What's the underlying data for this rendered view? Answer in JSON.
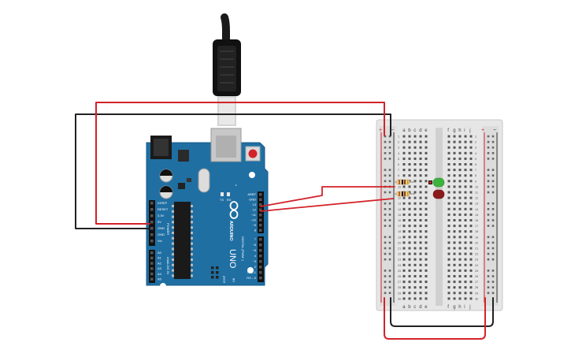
{
  "board": {
    "brand_logo_text": "ARDUINO",
    "model_text": "UNO",
    "on_label": "ON",
    "tx_label": "TX",
    "rx_label": "RX",
    "l_label": "L",
    "icsp_label": "ICSP",
    "power_header_title": "POWER",
    "power_pins": [
      "IOREF",
      "RESET",
      "3.3V",
      "5V",
      "GND",
      "GND",
      "Vin"
    ],
    "analog_header_title": "ANALOG IN",
    "analog_pins": [
      "A0",
      "A1",
      "A2",
      "A3",
      "A4",
      "A5"
    ],
    "digital_header_title": "DIGITAL (PWM~)",
    "digital_pins_top": [
      "AREF",
      "GND",
      "13",
      "12",
      "~11",
      "~10",
      "~9",
      "8"
    ],
    "digital_pins_bottom": [
      "7",
      "~6",
      "~5",
      "4",
      "~3",
      "2",
      "TX→1",
      "RX←0"
    ]
  },
  "breadboard": {
    "column_letters_left": [
      "a",
      "b",
      "c",
      "d",
      "e"
    ],
    "column_letters_right": [
      "f",
      "g",
      "h",
      "i",
      "j"
    ],
    "rail_plus": "+",
    "rail_minus": "−",
    "row_numbers": [
      "1",
      "2",
      "3",
      "4",
      "5",
      "6",
      "7",
      "8",
      "9",
      "10",
      "11",
      "12",
      "13",
      "14",
      "15",
      "16",
      "17",
      "18",
      "19",
      "20",
      "21",
      "22",
      "23",
      "24",
      "25",
      "26",
      "27",
      "28",
      "29",
      "30"
    ]
  },
  "components": {
    "led_top_color": "#3cb33c",
    "led_bottom_color": "#8b1a1a",
    "resistor_body_color": "#e8c79a"
  },
  "wires": {
    "red": "#d2232a",
    "black": "#222222"
  }
}
